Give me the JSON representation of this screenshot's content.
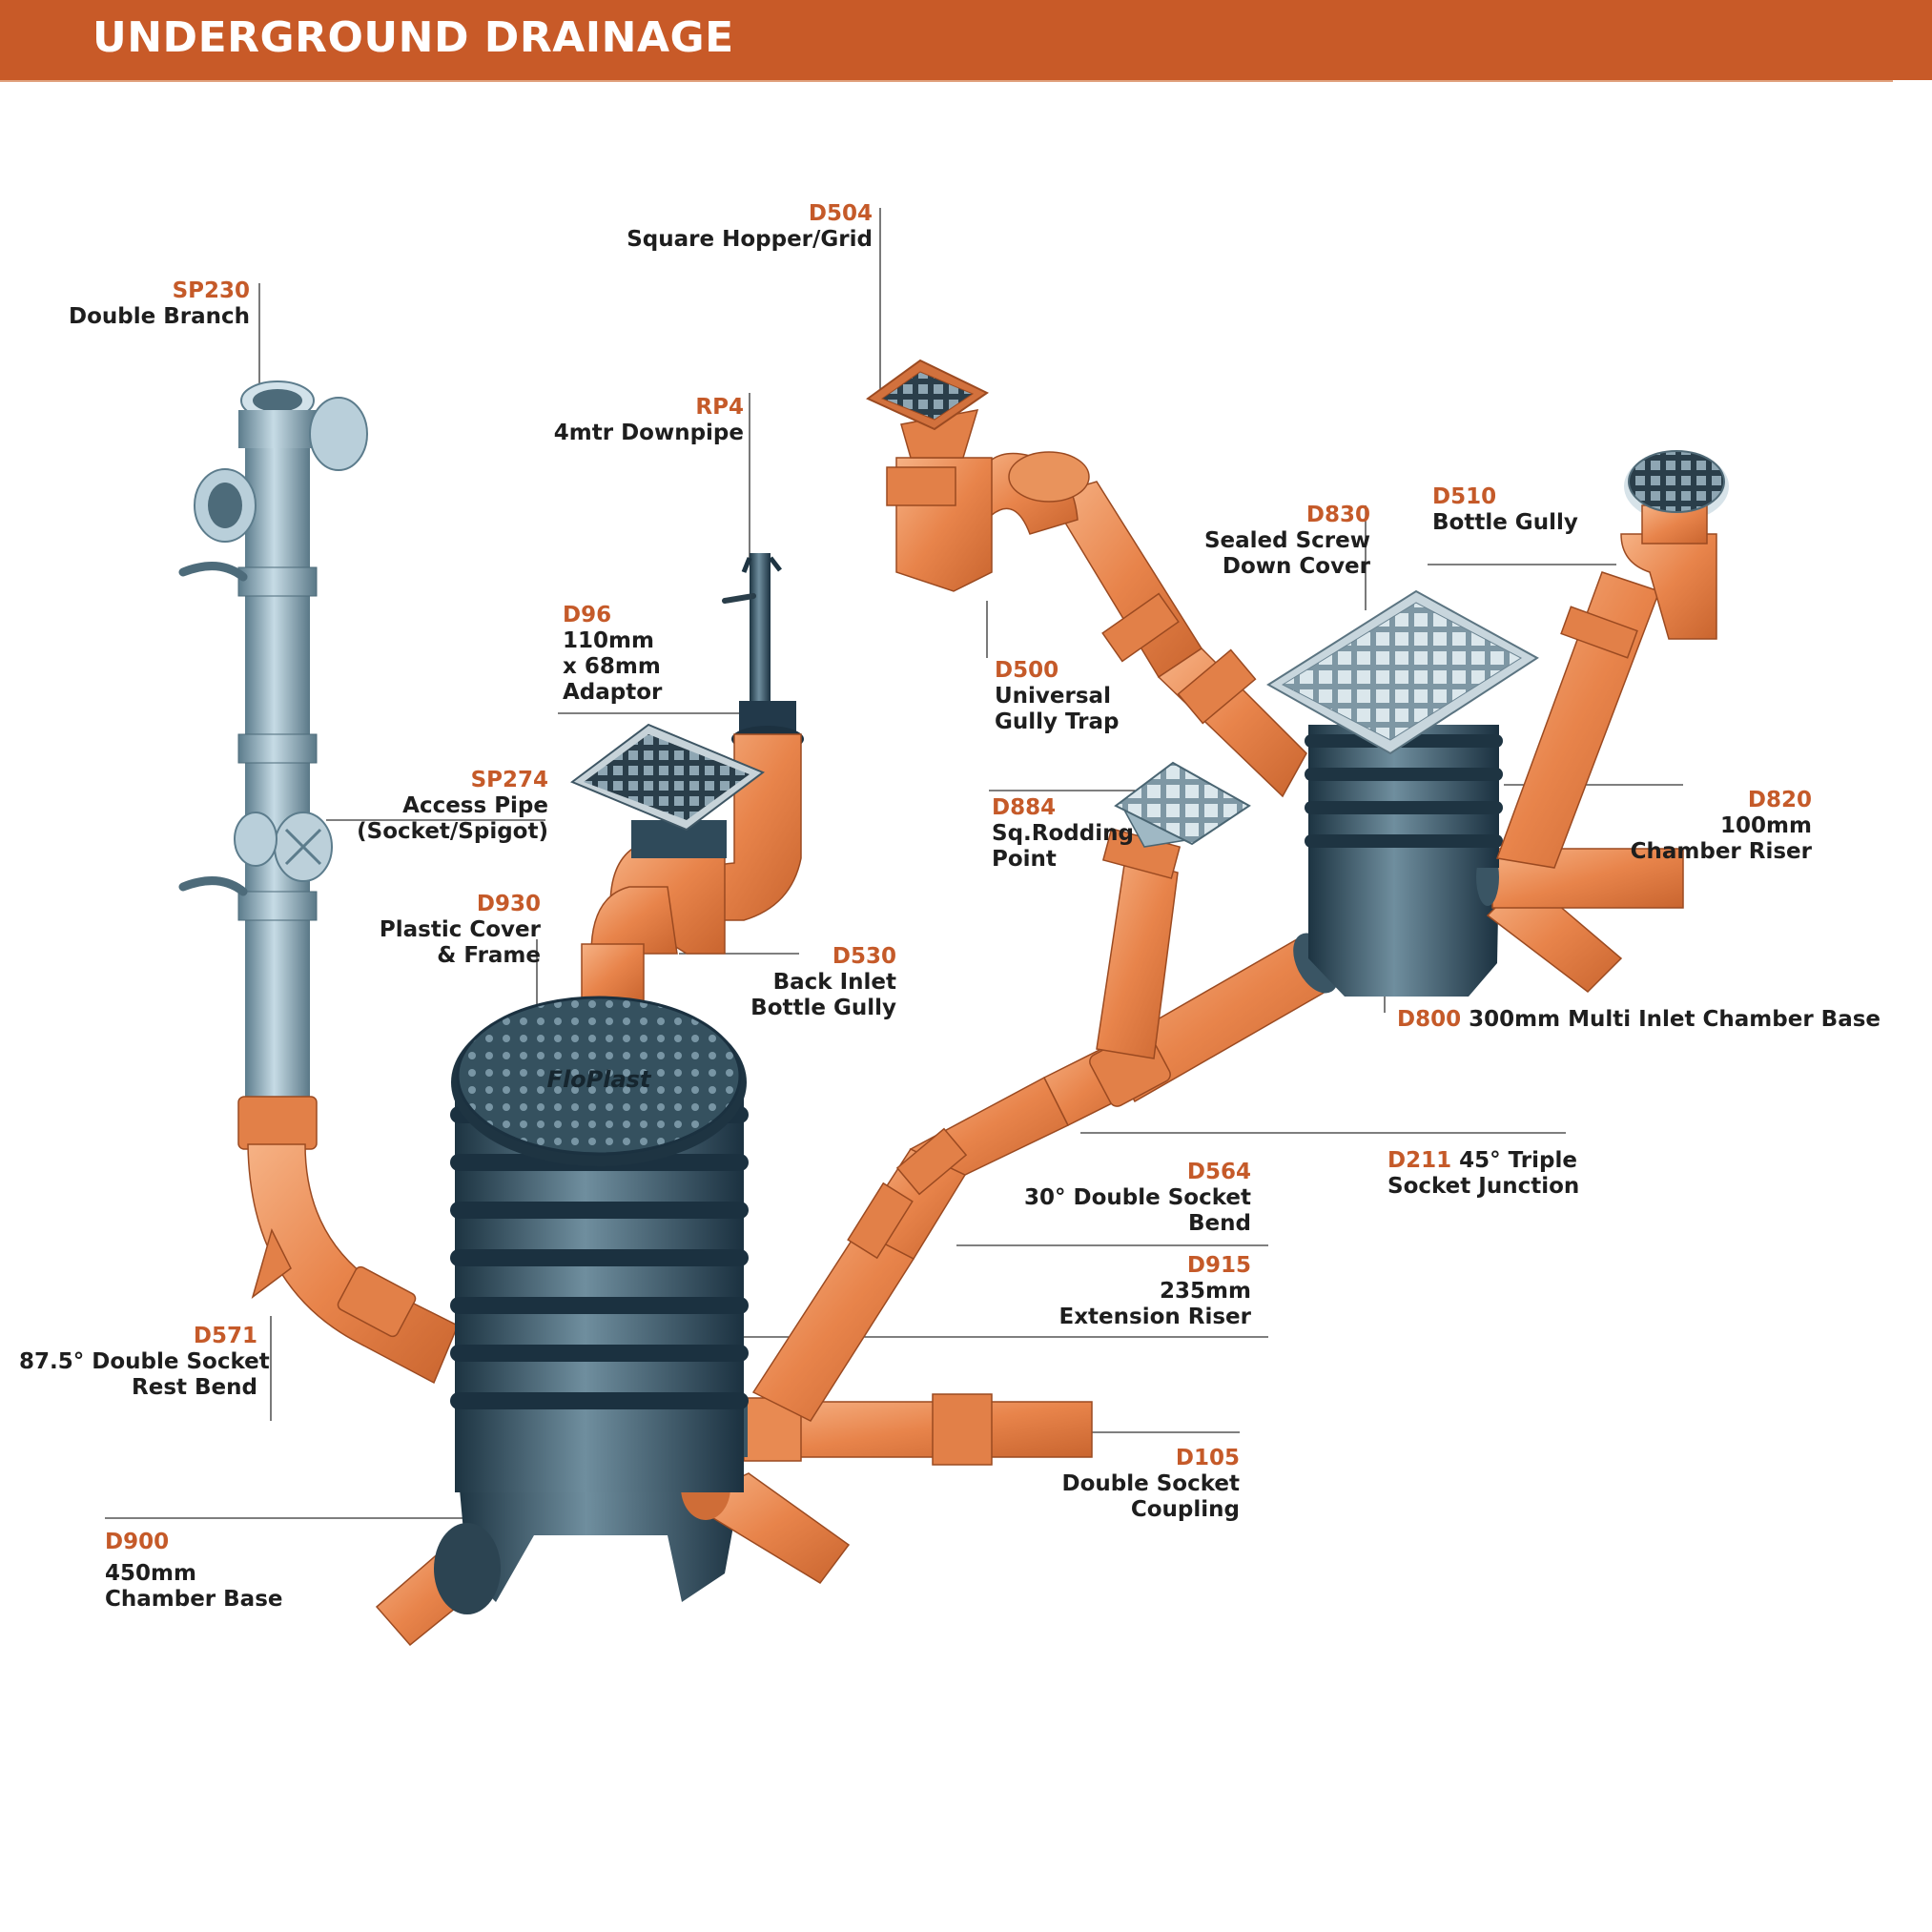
{
  "header": {
    "title": "UNDERGROUND DRAINAGE"
  },
  "colors": {
    "header": "#c85a28",
    "code_text": "#c55a29",
    "pipe_orange": "#e8844b",
    "pipe_grey": "#7f9fb0",
    "chamber_dark": "#2f4a5a"
  },
  "cover_logo": "FloPlast",
  "labels": {
    "sp230": {
      "code": "SP230",
      "name": "Double Branch"
    },
    "d504": {
      "code": "D504",
      "name": "Square Hopper/Grid"
    },
    "rp4": {
      "code": "RP4",
      "name": "4mtr Downpipe"
    },
    "d96": {
      "code": "D96",
      "line1": "110mm",
      "line2": "x 68mm",
      "line3": "Adaptor"
    },
    "sp274": {
      "code": "SP274",
      "line1": "Access Pipe",
      "line2": "(Socket/Spigot)"
    },
    "d930": {
      "code": "D930",
      "line1": "Plastic Cover",
      "line2": "& Frame"
    },
    "d530": {
      "code": "D530",
      "line1": "Back Inlet",
      "line2": "Bottle Gully"
    },
    "d830": {
      "code": "D830",
      "line1": "Sealed Screw",
      "line2": "Down Cover"
    },
    "d510": {
      "code": "D510",
      "name": "Bottle Gully"
    },
    "d500": {
      "code": "D500",
      "line1": "Universal",
      "line2": "Gully Trap"
    },
    "d884": {
      "code": "D884",
      "line1": "Sq.Rodding",
      "line2": "Point"
    },
    "d820": {
      "code": "D820",
      "line1": "100mm",
      "line2": "Chamber Riser"
    },
    "d800": {
      "code": "D800",
      "name": "300mm Multi Inlet Chamber Base"
    },
    "d211": {
      "code": "D211",
      "line1": "45° Triple",
      "line2": "Socket Junction"
    },
    "d564": {
      "code": "D564",
      "line1": "30° Double Socket",
      "line2": "Bend"
    },
    "d915": {
      "code": "D915",
      "line1": "235mm",
      "line2": "Extension Riser"
    },
    "d571": {
      "code": "D571",
      "line1": "87.5° Double Socket",
      "line2": "Rest Bend"
    },
    "d105": {
      "code": "D105",
      "line1": "Double Socket",
      "line2": "Coupling"
    },
    "d900": {
      "code": "D900",
      "line1": "450mm",
      "line2": "Chamber Base"
    }
  }
}
